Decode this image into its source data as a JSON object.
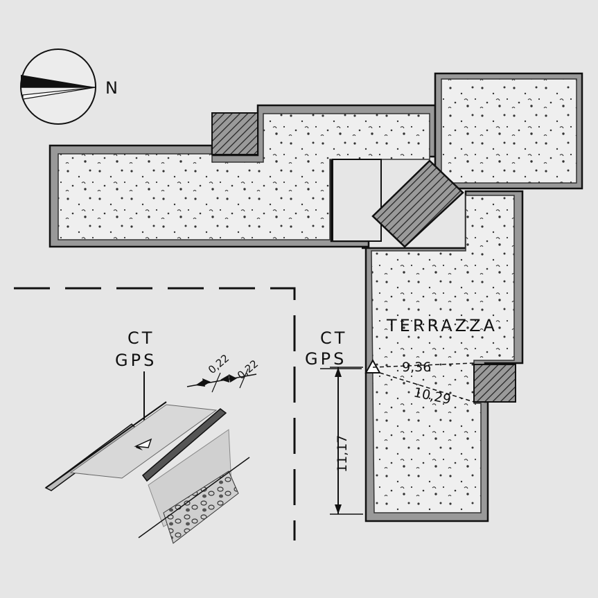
{
  "compass": {
    "label": "N"
  },
  "terrace": {
    "label": "TERRAZZA"
  },
  "survey_points": [
    {
      "line1": "CT",
      "line2": "GPS"
    },
    {
      "line1": "CT",
      "line2": "GPS"
    }
  ],
  "dimensions": {
    "left_a": "0,22",
    "left_b": "0,22",
    "d1": "9,36",
    "d2": "10,29",
    "d3": "11,17"
  },
  "colors": {
    "background": "#e6e6e6",
    "ink": "#111111",
    "fill": "#efefef"
  }
}
